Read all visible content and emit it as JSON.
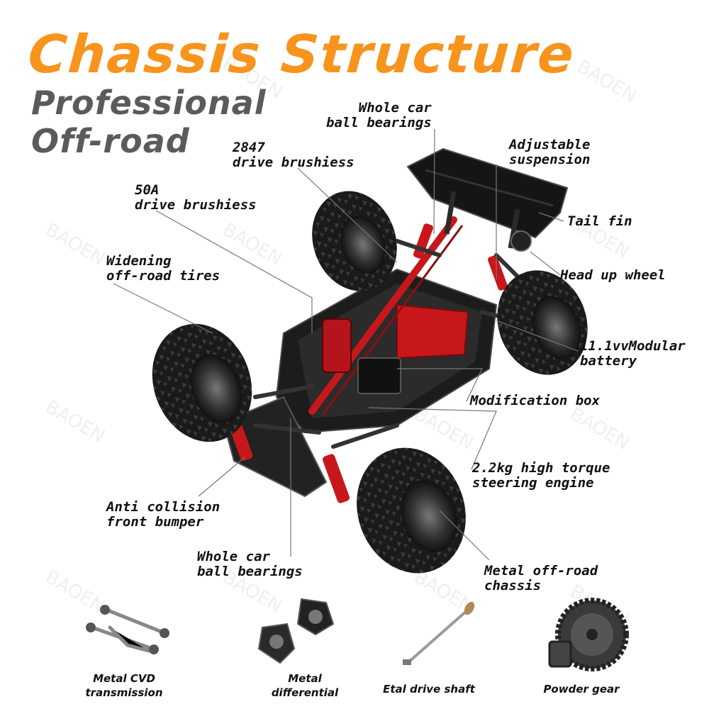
{
  "title": "Chassis Structure",
  "subtitle_line1": "Professional",
  "subtitle_line2": "Off-road",
  "watermark": "BAOEN",
  "callouts": {
    "whole_car_ball_bearings_top": [
      "Whole car",
      "ball bearings"
    ],
    "adjustable_suspension": [
      "Adjustable",
      "suspension"
    ],
    "drive_2847": [
      "2847",
      "drive brushiess"
    ],
    "drive_50a": [
      "50A",
      "drive brushiess"
    ],
    "tail_fin": [
      "Tail fin"
    ],
    "widening_tires": [
      "Widening",
      "off-road tires"
    ],
    "head_up_wheel": [
      "Head up wheel"
    ],
    "battery": [
      "11.1vvModular",
      "battery"
    ],
    "modification_box": [
      "Modification box"
    ],
    "steering_engine": [
      "2.2kg high torque",
      "steering engine"
    ],
    "front_bumper": [
      "Anti collision",
      "front bumper"
    ],
    "whole_car_ball_bearings_bottom": [
      "Whole car",
      "ball bearings"
    ],
    "metal_chassis": [
      "Metal off-road",
      "chassis"
    ]
  },
  "parts": [
    [
      "Metal CVD",
      "transmission"
    ],
    [
      "Metal",
      "differential"
    ],
    [
      "Etal drive shaft"
    ],
    [
      "Powder gear"
    ]
  ],
  "colors": {
    "title": "#f7941d",
    "subtitle": "#5b5b5b",
    "accent": "#d11a1a"
  }
}
